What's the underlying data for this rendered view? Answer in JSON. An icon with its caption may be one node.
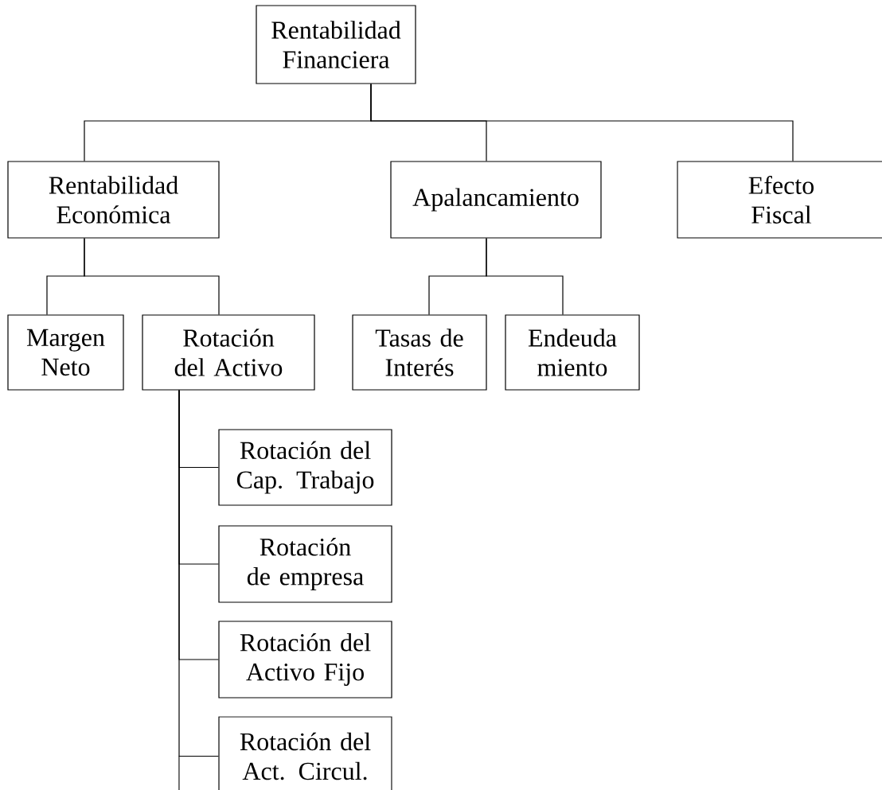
{
  "diagram": {
    "nodes": [
      {
        "text": [
          "Rentabilidad Financiera"
        ]
      },
      {
        "text": [
          "Rentabilidad Económica"
        ]
      },
      {
        "text": [
          "Apalancamiento"
        ]
      },
      {
        "text": [
          "Efecto Fiscal"
        ]
      },
      {
        "text": [
          "Margen Neto"
        ]
      },
      {
        "text": [
          "Rotación del Activo"
        ]
      },
      {
        "text": [
          "Tasas de Interés"
        ]
      },
      {
        "text": [
          "Endeuda miento"
        ]
      },
      {
        "text": [
          "Rotación del Cap. Trabajo"
        ]
      },
      {
        "text": [
          "Rotación de empresa"
        ]
      },
      {
        "text": [
          "Rotación del Activo Fijo"
        ]
      },
      {
        "text": [
          "Rotación del Act. Circul."
        ]
      }
    ],
    "edges": [
      {
        "from": 0,
        "to": 1,
        "arrow": "none"
      },
      {
        "from": 0,
        "to": 2,
        "arrow": "none"
      },
      {
        "from": 0,
        "to": 3,
        "arrow": "none"
      },
      {
        "from": 1,
        "to": 4,
        "arrow": "none"
      },
      {
        "from": 1,
        "to": 5,
        "arrow": "none"
      },
      {
        "from": 2,
        "to": 6,
        "arrow": "none"
      },
      {
        "from": 2,
        "to": 7,
        "arrow": "none"
      },
      {
        "from": 5,
        "to": 8,
        "arrow": "none"
      },
      {
        "from": 5,
        "to": 9,
        "arrow": "none"
      },
      {
        "from": 5,
        "to": 10,
        "arrow": "none"
      },
      {
        "from": 5,
        "to": 11,
        "arrow": "none"
      }
    ]
  }
}
